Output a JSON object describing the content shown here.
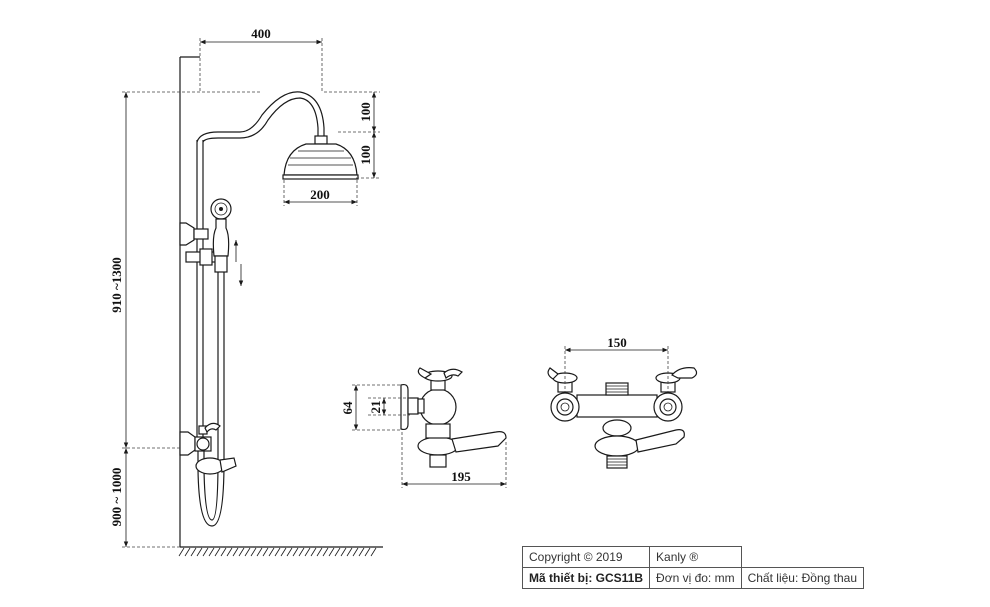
{
  "dimensions": {
    "head_reach": "400",
    "head_top_gap": "100",
    "head_height": "100",
    "head_diameter": "200",
    "riser_height": "910 ~1300",
    "mixer_height": "900 ~ 1000",
    "mixer_depth": "195",
    "wall_flange_height": "64",
    "inlet_height": "21",
    "inlet_spacing": "150"
  },
  "title_block": {
    "copyright": "Copyright © 2019",
    "brand": "Kanly ®",
    "model": "Mã thiết bị: GCS11B",
    "unit": "Đơn vị đo: mm",
    "material": "Chất liệu:  Đồng thau"
  }
}
